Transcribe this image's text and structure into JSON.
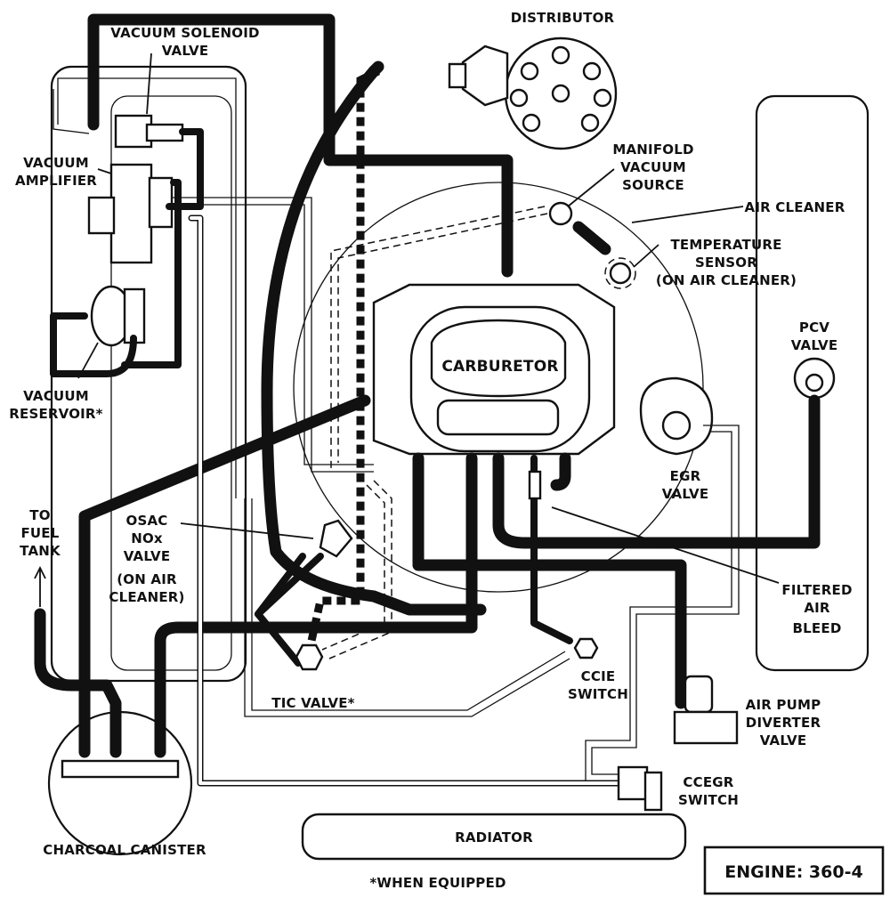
{
  "labels": {
    "distributor": "DISTRIBUTOR",
    "vacuum_solenoid_valve_l1": "VACUUM SOLENOID",
    "vacuum_solenoid_valve_l2": "VALVE",
    "vacuum_amplifier_l1": "VACUUM",
    "vacuum_amplifier_l2": "AMPLIFIER",
    "manifold_vacuum_source_l1": "MANIFOLD",
    "manifold_vacuum_source_l2": "VACUUM",
    "manifold_vacuum_source_l3": "SOURCE",
    "air_cleaner": "AIR CLEANER",
    "temperature_sensor_l1": "TEMPERATURE",
    "temperature_sensor_l2": "SENSOR",
    "temperature_sensor_l3": "(ON AIR CLEANER)",
    "pcv_valve_l1": "PCV",
    "pcv_valve_l2": "VALVE",
    "carburetor": "CARBURETOR",
    "vacuum_reservoir_l1": "VACUUM",
    "vacuum_reservoir_l2": "RESERVOIR*",
    "egr_valve_l1": "EGR",
    "egr_valve_l2": "VALVE",
    "to_fuel_tank_l1": "TO",
    "to_fuel_tank_l2": "FUEL",
    "to_fuel_tank_l3": "TANK",
    "osac_l1": "OSAC",
    "osac_l2": "NOx",
    "osac_l3": "VALVE",
    "osac_l4": "(ON AIR",
    "osac_l5": "CLEANER)",
    "filtered_air_bleed_l1": "FILTERED",
    "filtered_air_bleed_l2": "AIR",
    "filtered_air_bleed_l3": "BLEED",
    "tic_valve": "TIC VALVE*",
    "ccie_switch_l1": "CCIE",
    "ccie_switch_l2": "SWITCH",
    "air_pump_l1": "AIR PUMP",
    "air_pump_l2": "DIVERTER",
    "air_pump_l3": "VALVE",
    "ccegr_switch_l1": "CCEGR",
    "ccegr_switch_l2": "SWITCH",
    "charcoal_canister": "CHARCOAL CANISTER",
    "radiator": "RADIATOR",
    "when_equipped": "*WHEN EQUIPPED",
    "engine": "ENGINE: 360-4"
  }
}
